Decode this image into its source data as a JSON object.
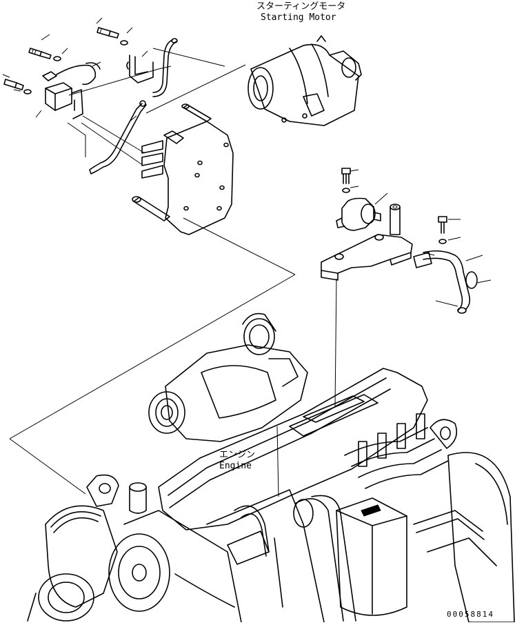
{
  "labels": {
    "starting_motor_jp": "スターティングモータ",
    "starting_motor_en": "Starting Motor",
    "engine_jp": "エンジン",
    "engine_en": "Engine"
  },
  "drawing_number": "00058814"
}
